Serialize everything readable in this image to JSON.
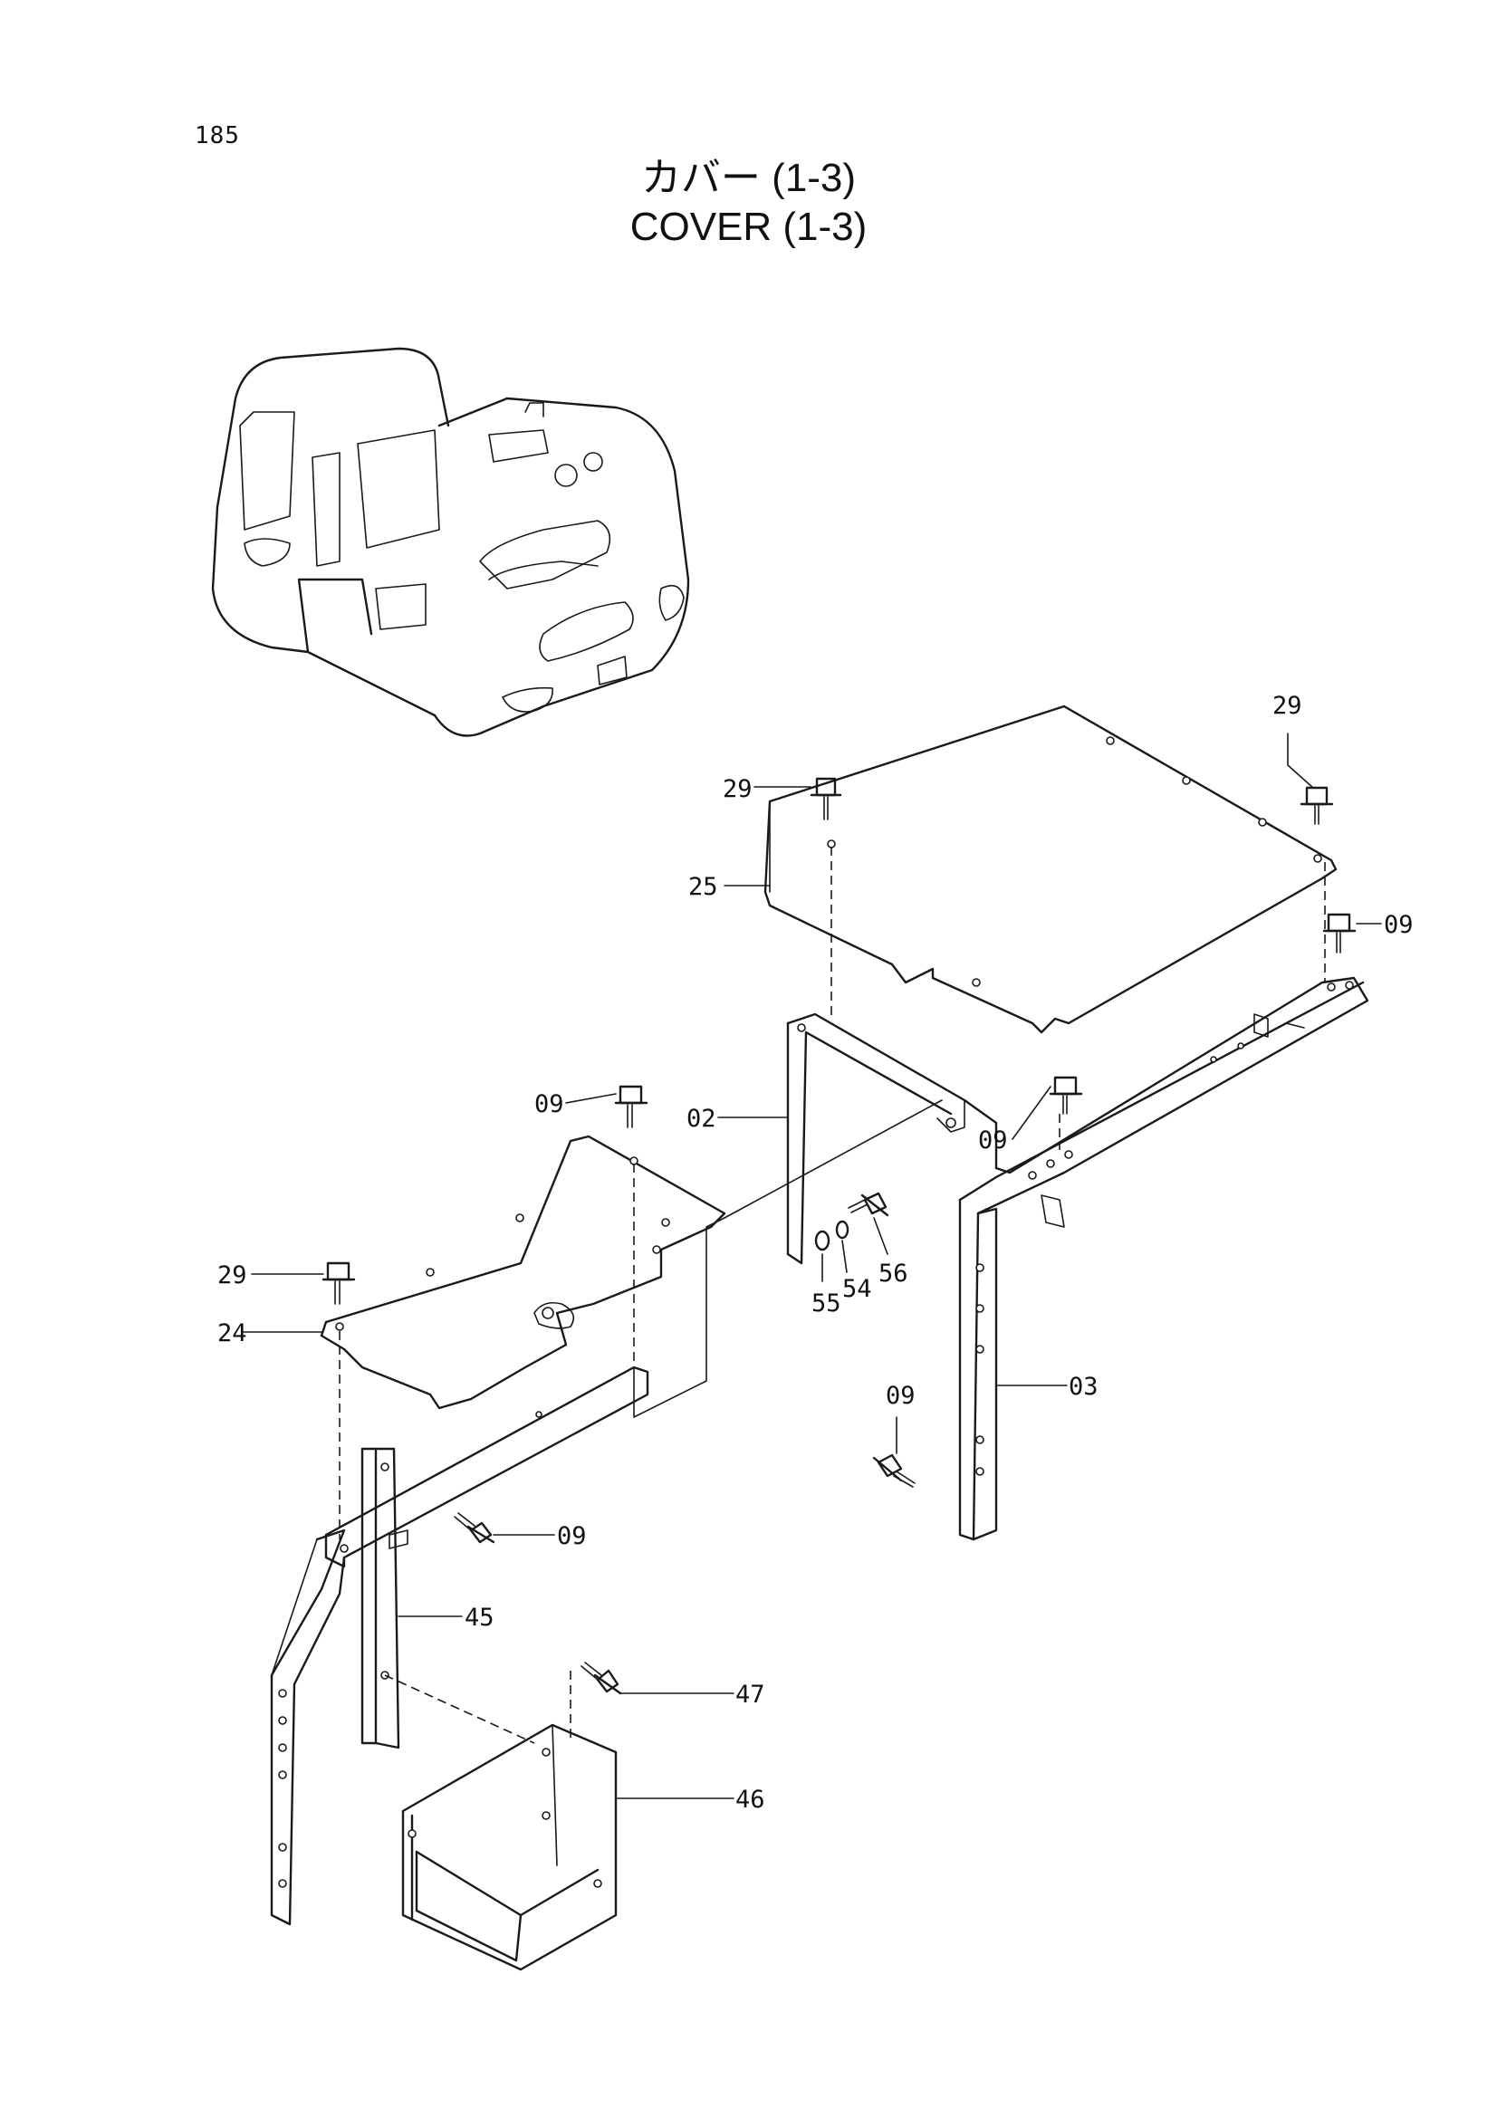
{
  "page_number": "185",
  "title_jp": "カバー (1-3)",
  "title_en": "COVER (1-3)",
  "callouts": {
    "c29_a": "29",
    "c29_b": "29",
    "c29_c": "29",
    "c25": "25",
    "c09_a": "09",
    "c09_b": "09",
    "c09_c": "09",
    "c09_d": "09",
    "c09_e": "09",
    "c02": "02",
    "c55": "55",
    "c54": "54",
    "c56": "56",
    "c24": "24",
    "c03": "03",
    "c45": "45",
    "c47": "47",
    "c46": "46"
  }
}
